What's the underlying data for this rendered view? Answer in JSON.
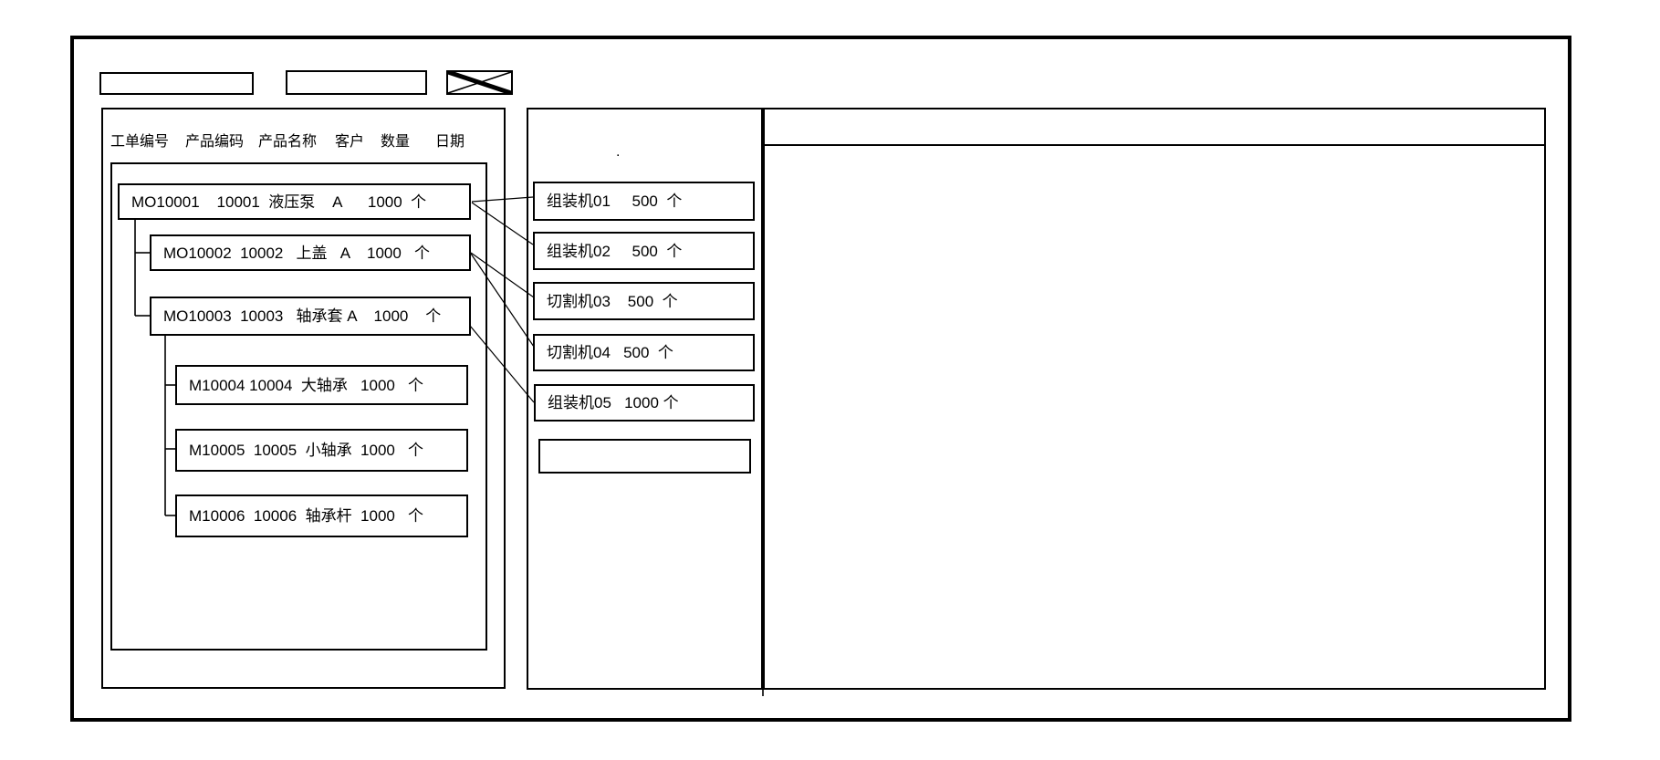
{
  "toolbar": {
    "field1_value": "",
    "field2_value": ""
  },
  "work_order_panel": {
    "columns": [
      "工单编号",
      "产品编码",
      "产品名称",
      "客户",
      "数量",
      "日期"
    ],
    "work_orders": [
      {
        "order_no": "MO10001",
        "product_code": "10001",
        "product_name": "液压泵",
        "customer": "A",
        "qty": "1000",
        "unit": "个",
        "display": "MO10001    10001  液压泵    A      1000  个"
      },
      {
        "order_no": "MO10002",
        "product_code": "10002",
        "product_name": "上盖",
        "customer": "A",
        "qty": "1000",
        "unit": "个",
        "display": "MO10002  10002   上盖   A    1000   个"
      },
      {
        "order_no": "MO10003",
        "product_code": "10003",
        "product_name": "轴承套",
        "customer": "A",
        "qty": "1000",
        "unit": "个",
        "display": "MO10003  10003   轴承套 A    1000    个"
      },
      {
        "order_no": "M10004",
        "product_code": "10004",
        "product_name": "大轴承",
        "customer": "",
        "qty": "1000",
        "unit": "个",
        "display": "M10004 10004  大轴承   1000   个"
      },
      {
        "order_no": "M10005",
        "product_code": "10005",
        "product_name": "小轴承",
        "customer": "",
        "qty": "1000",
        "unit": "个",
        "display": "M10005  10005  小轴承  1000   个"
      },
      {
        "order_no": "M10006",
        "product_code": "10006",
        "product_name": "轴承杆",
        "customer": "",
        "qty": "1000",
        "unit": "个",
        "display": "M10006  10006  轴承杆  1000   个"
      }
    ]
  },
  "machine_panel": {
    "note": ".",
    "machines": [
      {
        "name": "组装机01",
        "qty": "500",
        "unit": "个",
        "display": "组装机01     500  个"
      },
      {
        "name": "组装机02",
        "qty": "500",
        "unit": "个",
        "display": "组装机02     500  个"
      },
      {
        "name": "切割机03",
        "qty": "500",
        "unit": "个",
        "display": "切割机03    500  个"
      },
      {
        "name": "切割机04",
        "qty": "500",
        "unit": "个",
        "display": "切割机04   500  个"
      },
      {
        "name": "组装机05",
        "qty": "1000",
        "unit": "个",
        "display": "组装机05   1000 个"
      },
      {
        "name": "",
        "qty": "",
        "unit": "",
        "display": ""
      }
    ]
  },
  "connections": [
    {
      "from": "MO10001",
      "to": "组装机01"
    },
    {
      "from": "MO10001",
      "to": "组装机02"
    },
    {
      "from": "MO10002",
      "to": "切割机03"
    },
    {
      "from": "MO10002",
      "to": "切割机04"
    },
    {
      "from": "MO10003",
      "to": "组装机05"
    }
  ],
  "colors": {
    "line": "#000000",
    "background": "#ffffff"
  }
}
